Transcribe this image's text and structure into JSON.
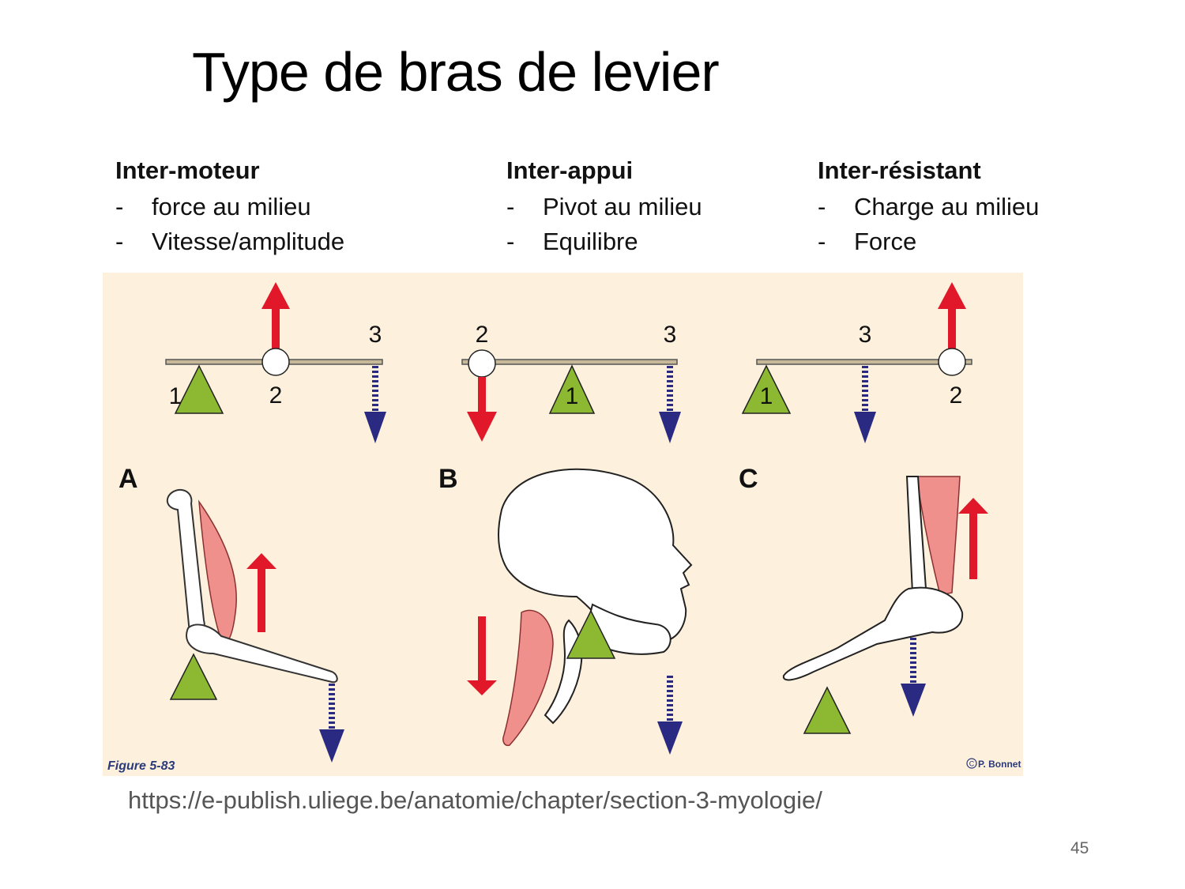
{
  "slide": {
    "title": "Type de bras de levier",
    "page_number": "45"
  },
  "columns": [
    {
      "heading": "Inter-moteur",
      "items": [
        "force au milieu",
        "Vitesse/amplitude"
      ]
    },
    {
      "heading": "Inter-appui",
      "items": [
        "Pivot au milieu",
        "Equilibre"
      ]
    },
    {
      "heading": "Inter-résistant",
      "items": [
        "Charge au milieu",
        "Force"
      ]
    }
  ],
  "figure": {
    "panels": [
      {
        "letter": "A",
        "fulcrum": "1",
        "force": "2",
        "load": "3"
      },
      {
        "letter": "B",
        "fulcrum": "1",
        "force": "2",
        "load": "3"
      },
      {
        "letter": "C",
        "fulcrum": "1",
        "force": "2",
        "load": "3"
      }
    ],
    "caption": "Figure 5-83",
    "credit": "P. Bonnet",
    "colors": {
      "background": "#fdf0dc",
      "fulcrum": "#8cb832",
      "force_arrow": "#e0182a",
      "load_arrow": "#2a2a82",
      "muscle": "#f0908c"
    }
  },
  "source_url": "https://e-publish.uliege.be/anatomie/chapter/section-3-myologie/"
}
